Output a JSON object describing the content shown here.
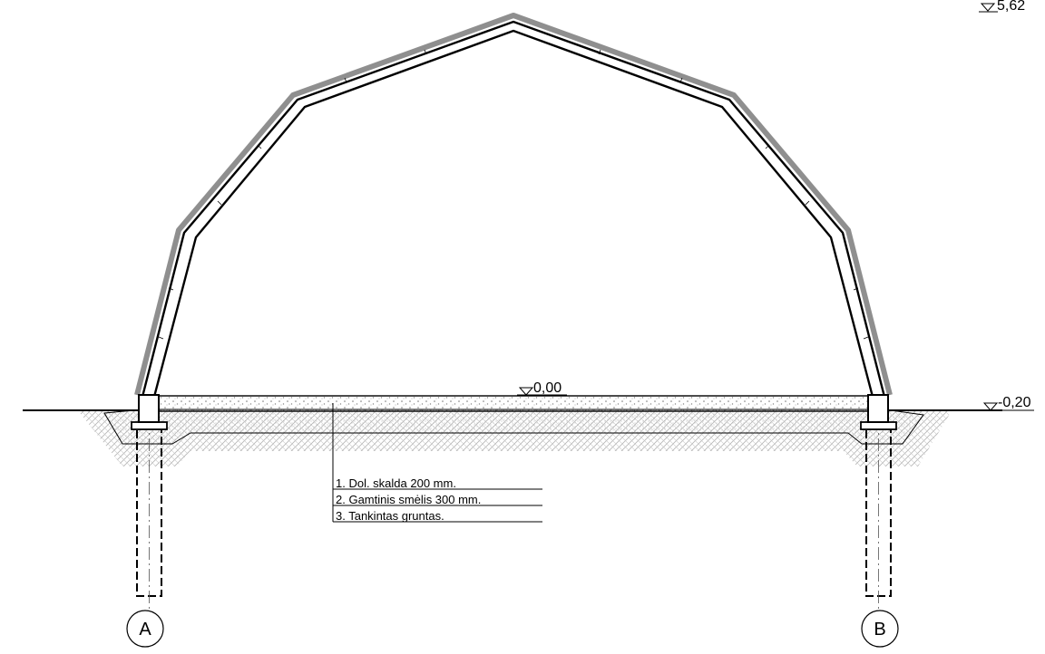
{
  "elevations": {
    "ridge": "5,62",
    "floor": "0,00",
    "ground": "-0,20"
  },
  "legend": {
    "items": [
      "1. Dol. skalda 200 mm.",
      "2. Gamtinis smėlis 300 mm.",
      "3. Tankintas gruntas."
    ]
  },
  "axes": {
    "left": "A",
    "right": "B"
  },
  "colors": {
    "line": "#000000",
    "cladding": "#8f8f8f",
    "hatch": "#a8a8a8",
    "background": "#ffffff"
  }
}
